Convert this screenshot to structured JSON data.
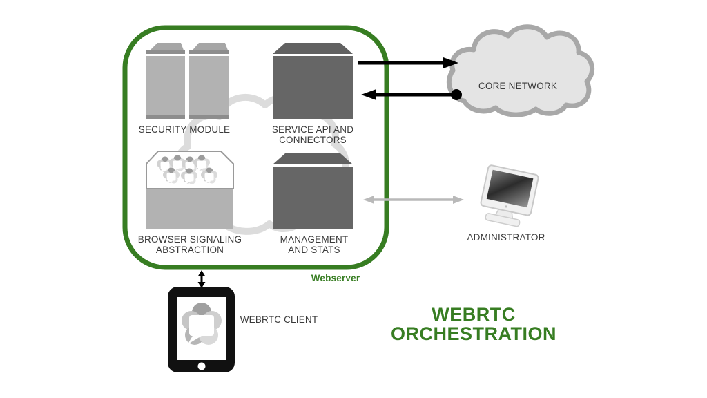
{
  "title": {
    "line1": "WEBRTC",
    "line2": "ORCHESTRATION"
  },
  "webserver": {
    "label": "Webserver",
    "modules": {
      "security": {
        "line1": "SECURITY MODULE"
      },
      "service_api": {
        "line1": "SERVICE API AND",
        "line2": "CONNECTORS"
      },
      "browser_signaling": {
        "line1": "BROWSER SIGNALING",
        "line2": "ABSTRACTION"
      },
      "management": {
        "line1": "MANAGEMENT",
        "line2": "AND STATS"
      }
    }
  },
  "nodes": {
    "core_network": {
      "label": "CORE NETWORK"
    },
    "administrator": {
      "label": "ADMINISTRATOR"
    },
    "webrtc_client": {
      "label": "WEBRTC CLIENT"
    }
  },
  "colors": {
    "accent_green": "#377d22",
    "dark_box": "#666666",
    "dark_box_top": "#616161",
    "light_box": "#b2b2b2",
    "light_box_top": "#a6a6a6",
    "light_box_edge": "#8d8d8d",
    "cloud_fill": "#e4e4e4",
    "cloud_border": "#a8a8a8",
    "inner_cloud_stroke": "#dcdcdc",
    "gray_arrow": "#b9b9b9",
    "black_arrow": "#000000"
  }
}
